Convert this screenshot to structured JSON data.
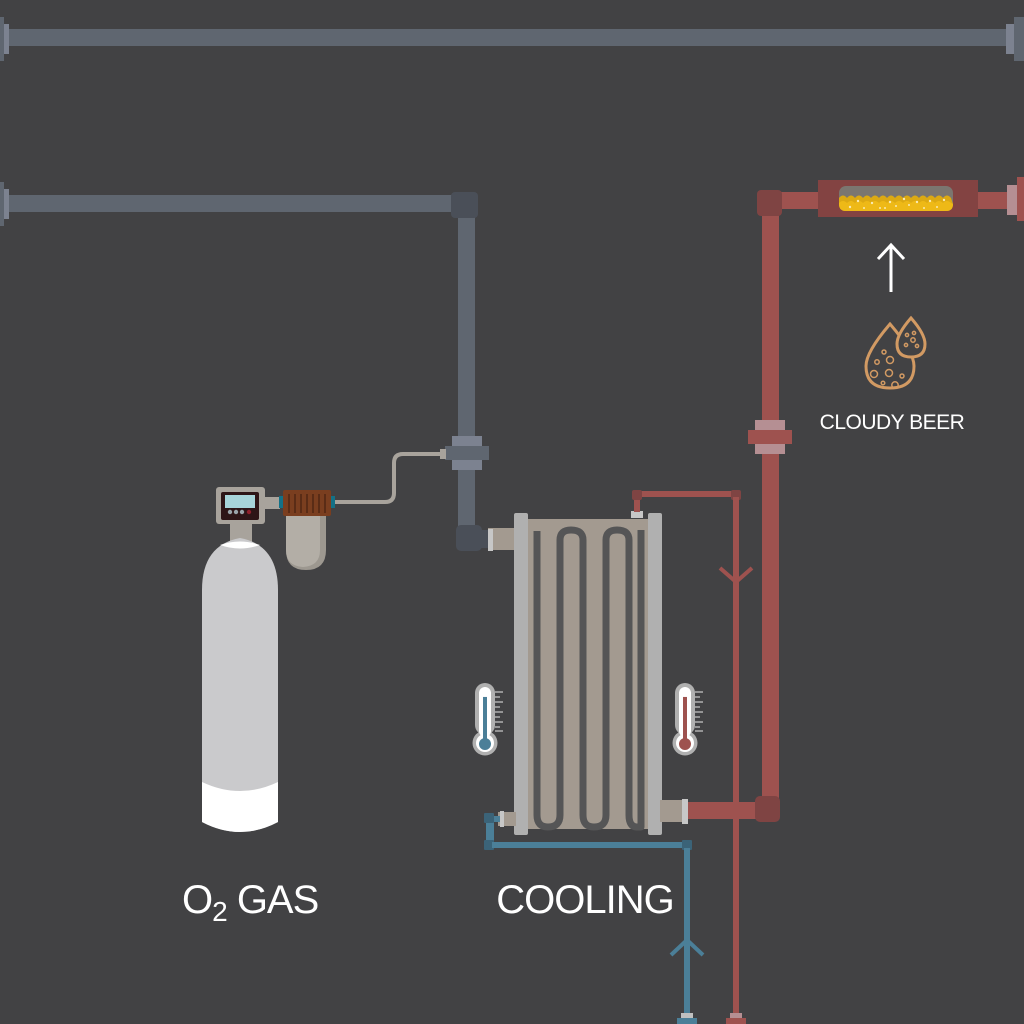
{
  "diagram": {
    "title": "Beer oxygenation and cooling process",
    "labels": {
      "o2_prefix": "O",
      "o2_subscript": "2",
      "o2_suffix": " GAS",
      "cooling": "COOLING",
      "cloudy_beer": "CLOUDY BEER"
    },
    "components": [
      {
        "id": "main-gas-line",
        "name": "Main gas line (top)"
      },
      {
        "id": "gas-branch-line",
        "name": "Gas branch line"
      },
      {
        "id": "o2-cylinder",
        "name": "Oxygen gas cylinder with digital regulator"
      },
      {
        "id": "filter",
        "name": "Inline gas filter"
      },
      {
        "id": "heat-exchanger",
        "name": "Plate/coil heat exchanger (cooler)"
      },
      {
        "id": "thermometer-cold",
        "name": "Cold-side thermometer"
      },
      {
        "id": "thermometer-hot",
        "name": "Hot-side thermometer"
      },
      {
        "id": "beer-line",
        "name": "Beer line (red)"
      },
      {
        "id": "sight-glass",
        "name": "Sight glass showing cloudy beer"
      },
      {
        "id": "coolant-in",
        "name": "Coolant inlet (blue)"
      },
      {
        "id": "coolant-out",
        "name": "Coolant outlet (red)"
      }
    ],
    "flow": [
      {
        "from": "coolant-in",
        "to": "heat-exchanger",
        "direction": "up"
      },
      {
        "from": "heat-exchanger",
        "to": "coolant-out",
        "direction": "down"
      },
      {
        "from": "cloudy-beer-icon",
        "to": "sight-glass",
        "direction": "up"
      }
    ],
    "thermometers": {
      "cold_level": 0.55,
      "hot_level": 0.55
    },
    "regulator": {
      "buttons": [
        "gray",
        "gray",
        "gray",
        "red"
      ]
    },
    "colors": {
      "background": "#424244",
      "gas_pipe": "#5f6670",
      "gas_pipe_joint": "#4a4f58",
      "gas_flange": "#7c8290",
      "beer_pipe": "#9e524f",
      "beer_joint": "#7f4443",
      "beer_flange": "#b58f93",
      "coolant_blue": "#4b7f98",
      "coolant_joint": "#3b6378",
      "exchanger_body": "#a39a90",
      "exchanger_frame": "#b0b0b0",
      "coil": "#555556",
      "cylinder": "#cacacc",
      "cylinder_base": "#ffffff",
      "beer_liquid": "#e8b515",
      "beer_foam": "#7b7670",
      "icon_copper": "#d29a63",
      "filter_brown": "#7a3e1f",
      "screen": "#a8d4da",
      "label": "#ffffff"
    }
  }
}
